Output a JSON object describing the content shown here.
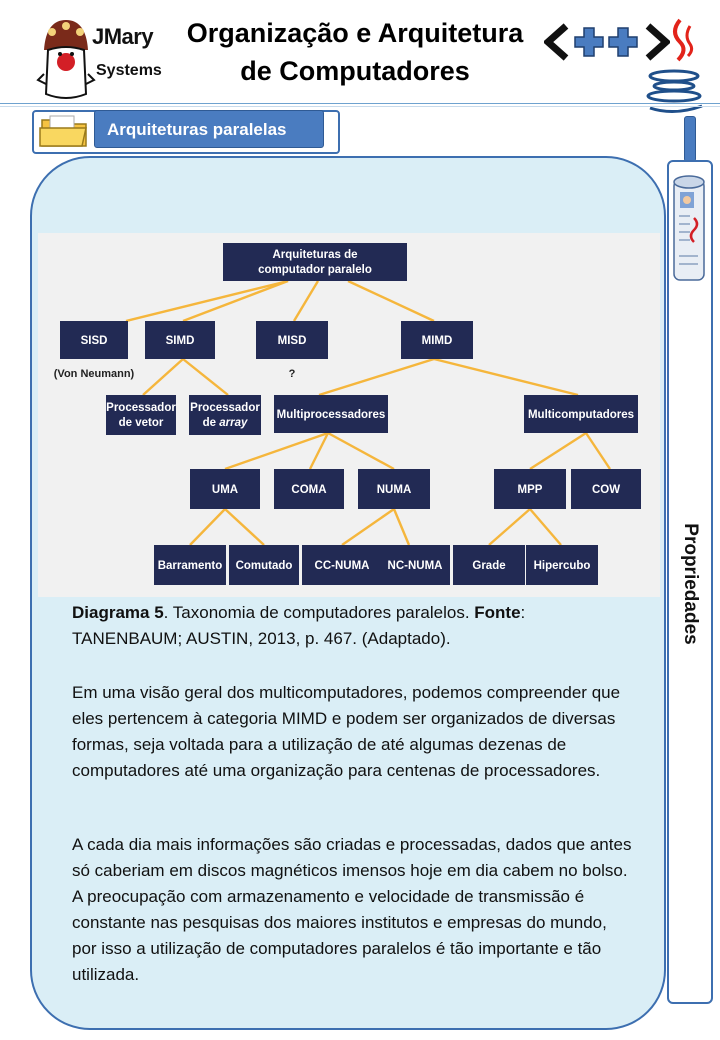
{
  "header": {
    "brand_name": "JMary",
    "brand_sub": "Systems",
    "title_line1": "Organização e Arquitetura",
    "title_line2": "de Computadores"
  },
  "section": {
    "tab_label": "Arquiteturas paralelas"
  },
  "sidebar": {
    "label": "Propriedades"
  },
  "diagram": {
    "nodes": {
      "root_l1": "Arquiteturas de",
      "root_l2": "computador paralelo",
      "sisd": "SISD",
      "simd": "SIMD",
      "misd": "MISD",
      "mimd": "MIMD",
      "von_neumann": "(Von Neumann)",
      "misd_q": "?",
      "pvetor_l1": "Processador",
      "pvetor_l2": "de vetor",
      "parray_l1": "Processador",
      "parray_l2a": "de ",
      "parray_l2b": "array",
      "multiproc": "Multiprocessadores",
      "multicomp": "Multicomputadores",
      "uma": "UMA",
      "coma": "COMA",
      "numa": "NUMA",
      "mpp": "MPP",
      "cow": "COW",
      "barramento": "Barramento",
      "comutado": "Comutado",
      "ccnuma": "CC-NUMA",
      "ncnuma": "NC-NUMA",
      "grade": "Grade",
      "hipercubo": "Hipercubo"
    }
  },
  "caption": {
    "label": "Diagrama 5",
    "text": ". Taxonomia de computadores paralelos. ",
    "source_label": "Fonte",
    "source_text": ": TANENBAUM; AUSTIN, 2013, p. 467. (Adaptado)."
  },
  "paragraphs": [
    "Em uma visão geral dos multicomputadores, podemos compreender que eles pertencem à categoria MIMD e podem ser organizados de diversas formas, seja voltada para a utilização de até algumas dezenas de computadores até uma organização para centenas de processadores.",
    "A cada dia mais informações são criadas e processadas, dados que antes só caberiam em discos magnéticos imensos hoje em dia cabem no bolso. A preocupação com armazenamento e velocidade de transmissão é constante nas pesquisas dos maiores institutos e empresas do mundo, por isso a utilização de computadores paralelos é tão importante e tão utilizada."
  ],
  "colors": {
    "node_fill": "#222a54",
    "edge": "#f5b63c",
    "panel_bg": "#daeef6",
    "accent_blue": "#4a7cc0"
  },
  "icons": [
    "jmary-mascot-logo",
    "cpp-logo",
    "java-logo",
    "folder-icon",
    "newspaper-icon"
  ]
}
